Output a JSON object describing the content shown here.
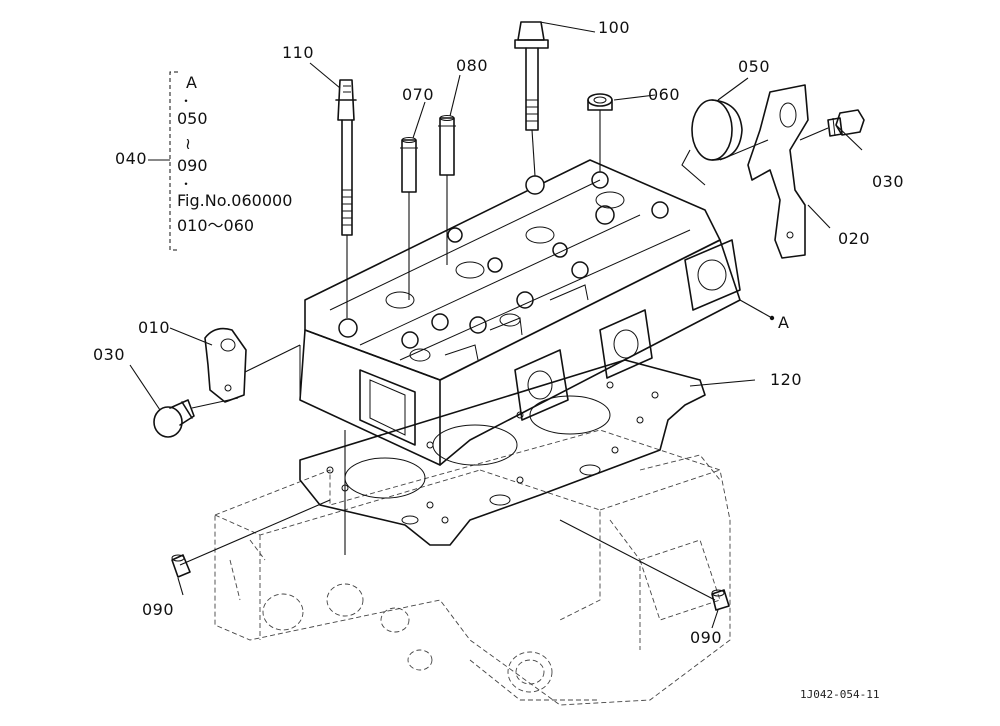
{
  "callouts": {
    "p110": "110",
    "p100": "100",
    "p080": "080",
    "p070": "070",
    "p060": "060",
    "p050": "050",
    "p030_right": "030",
    "p020": "020",
    "p040": "040",
    "pointA": "A",
    "p010": "010",
    "p030_left": "030",
    "p120": "120",
    "p090_left": "090",
    "p090_right": "090"
  },
  "group_040": {
    "line1": "A",
    "dot1": "・",
    "line2": "050",
    "tilde": "≀",
    "line3": "090",
    "dot2": "・",
    "line4": "Fig.No.060000",
    "line5": "010～060"
  },
  "drawing_id": "1J042-054-11"
}
